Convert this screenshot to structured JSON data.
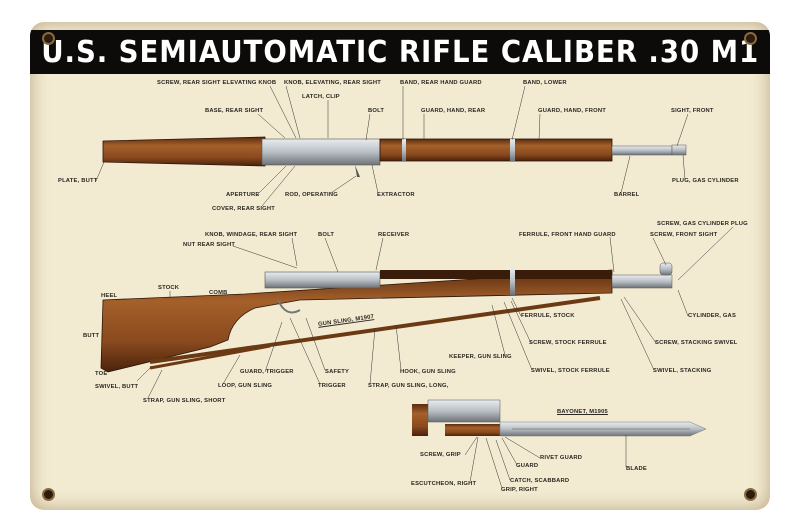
{
  "title": "U.S. SEMIAUTOMATIC RIFLE CALIBER .30 M1",
  "colors": {
    "background": "#f2ebd2",
    "header": "#0d0b09",
    "wood": "#8a4a1e",
    "metal": "#b9bfc4"
  },
  "top_rifle_labels": [
    "SCREW, REAR SIGHT  ELEVATING KNOB",
    "KNOB, ELEVATING, REAR SIGHT",
    "LATCH, CLIP",
    "BASE, REAR SIGHT",
    "BOLT",
    "BAND, REAR HAND GUARD",
    "GUARD, HAND, REAR",
    "BAND, LOWER",
    "GUARD, HAND, FRONT",
    "SIGHT, FRONT",
    "PLATE, BUTT",
    "APERTURE",
    "ROD, OPERATING",
    "EXTRACTOR",
    "COVER, REAR SIGHT",
    "BARREL",
    "PLUG, GAS CYLINDER"
  ],
  "side_rifle_labels": [
    "KNOB, WINDAGE, REAR SIGHT",
    "NUT  REAR SIGHT",
    "BOLT",
    "RECEIVER",
    "HEEL",
    "STOCK",
    "COMB",
    "BUTT",
    "TOE",
    "SWIVEL, BUTT",
    "STRAP, GUN SLING, SHORT",
    "GUARD, TRIGGER",
    "LOOP, GUN SLING",
    "SAFETY",
    "TRIGGER",
    "GUN SLING, M1907",
    "STRAP, GUN SLING, LONG,",
    "HOOK, GUN SLING",
    "KEEPER, GUN SLING",
    "FERRULE, FRONT HAND GUARD",
    "SCREW, GAS CYLINDER PLUG",
    "SCREW, FRONT SIGHT",
    "FERRULE, STOCK",
    "SCREW, STOCK FERRULE",
    "SWIVEL, STOCK FERRULE",
    "CYLINDER, GAS",
    "SCREW, STACKING SWIVEL",
    "SWIVEL, STACKING"
  ],
  "bayonet_labels": [
    "BAYONET, M1905",
    "SCREW, GRIP",
    "RIVET  GUARD",
    "GUARD",
    "BLADE",
    "ESCUTCHEON, RIGHT",
    "CATCH, SCABBARD",
    "GRIP, RIGHT"
  ]
}
